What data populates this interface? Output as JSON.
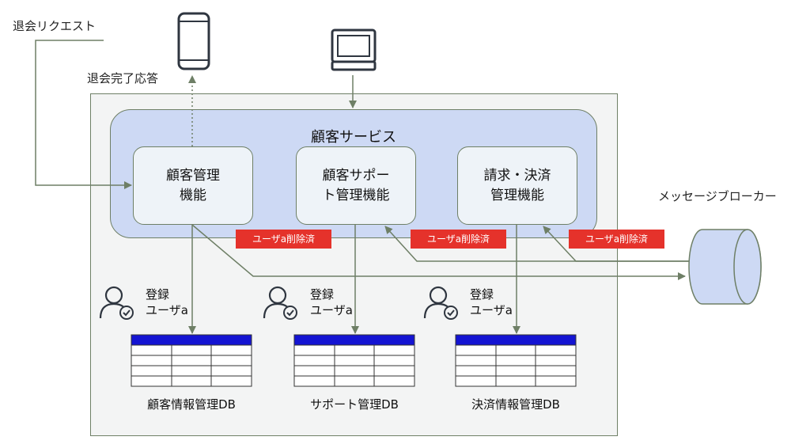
{
  "requests": {
    "withdraw_request": "退会リクエスト",
    "withdraw_complete": "退会完了応答"
  },
  "service": {
    "title": "顧客サービス",
    "functions": [
      {
        "label": "顧客管理\n機能"
      },
      {
        "label": "顧客サポー\nト管理機能"
      },
      {
        "label": "請求・決済\n管理機能"
      }
    ]
  },
  "broker": {
    "label": "メッセージブローカー"
  },
  "events": [
    {
      "label": "ユーザa削除済"
    },
    {
      "label": "ユーザa削除済"
    },
    {
      "label": "ユーザa削除済"
    }
  ],
  "users": [
    {
      "label": "登録\nユーザa"
    },
    {
      "label": "登録\nユーザa"
    },
    {
      "label": "登録\nユーザa"
    }
  ],
  "databases": [
    {
      "label": "顧客情報管理DB"
    },
    {
      "label": "サポート管理DB"
    },
    {
      "label": "決済情報管理DB"
    }
  ],
  "colors": {
    "event_tag": "#e5322b",
    "service_fill": "#cdd9f4",
    "db_header": "#1414d2",
    "arrow": "#6e7f66"
  }
}
